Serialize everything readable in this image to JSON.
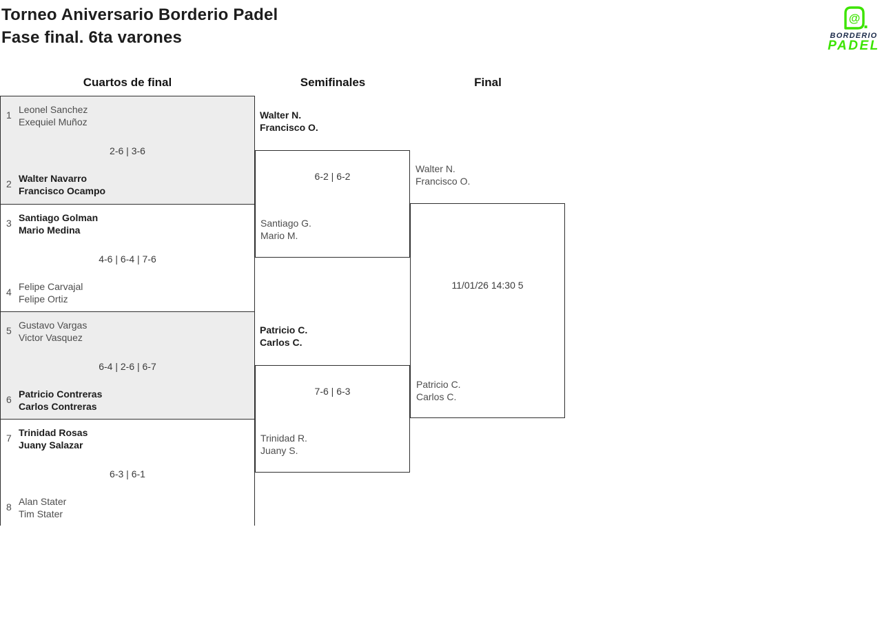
{
  "page": {
    "title_line1": "Torneo Aniversario Borderio Padel",
    "title_line2": "Fase final. 6ta varones"
  },
  "logo": {
    "brand_top": "BORDERIO",
    "brand_bottom": "PADEL",
    "icon_glyph": "@",
    "green": "#3ce400",
    "navy": "#1c2b4a"
  },
  "columns": {
    "quarterfinals_label": "Cuartos de final",
    "semifinals_label": "Semifinales",
    "final_label": "Final"
  },
  "quarterfinals": [
    {
      "seed_top": "1",
      "team_top": [
        "Leonel Sanchez",
        "Exequiel Muñoz"
      ],
      "top_winner": false,
      "score": "2-6 | 3-6",
      "seed_bottom": "2",
      "team_bottom": [
        "Walter Navarro",
        "Francisco Ocampo"
      ],
      "bottom_winner": true
    },
    {
      "seed_top": "3",
      "team_top": [
        "Santiago Golman",
        "Mario Medina"
      ],
      "top_winner": true,
      "score": "4-6 | 6-4 | 7-6",
      "seed_bottom": "4",
      "team_bottom": [
        "Felipe Carvajal",
        "Felipe Ortiz"
      ],
      "bottom_winner": false
    },
    {
      "seed_top": "5",
      "team_top": [
        "Gustavo Vargas",
        "Victor Vasquez"
      ],
      "top_winner": false,
      "score": "6-4 | 2-6 | 6-7",
      "seed_bottom": "6",
      "team_bottom": [
        "Patricio Contreras",
        "Carlos Contreras"
      ],
      "bottom_winner": true
    },
    {
      "seed_top": "7",
      "team_top": [
        "Trinidad Rosas",
        "Juany Salazar"
      ],
      "top_winner": true,
      "score": "6-3 | 6-1",
      "seed_bottom": "8",
      "team_bottom": [
        "Alan Stater",
        "Tim Stater"
      ],
      "bottom_winner": false
    }
  ],
  "semifinals": [
    {
      "winner": [
        "Walter N.",
        "Francisco O."
      ],
      "score": "6-2 | 6-2",
      "loser": [
        "Santiago G.",
        "Mario M."
      ]
    },
    {
      "winner": [
        "Patricio C.",
        "Carlos C."
      ],
      "score": "7-6 | 6-3",
      "loser": [
        "Trinidad R.",
        "Juany S."
      ]
    }
  ],
  "final": {
    "entrant_top": [
      "Walter N.",
      "Francisco O."
    ],
    "schedule": "11/01/26 14:30 5",
    "entrant_bottom": [
      "Patricio C.",
      "Carlos C."
    ]
  }
}
